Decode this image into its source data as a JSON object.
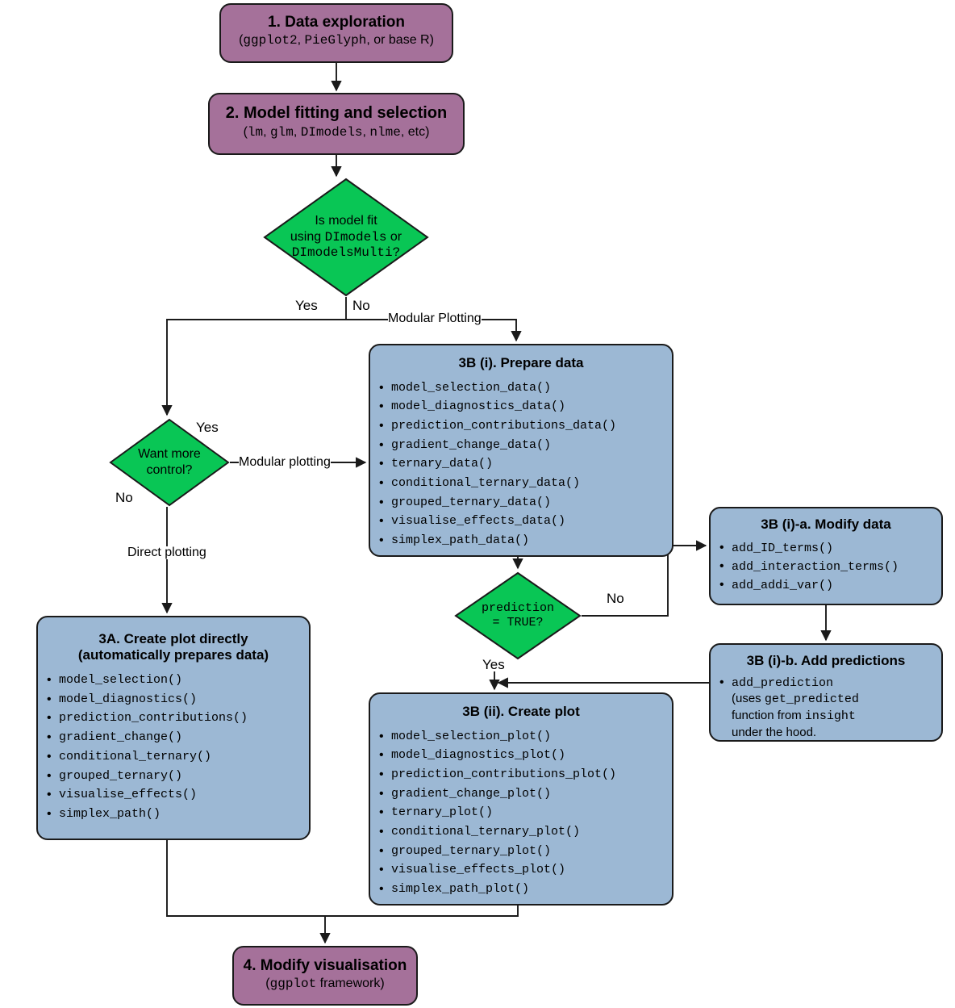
{
  "colors": {
    "purple": "#a5719a",
    "blue": "#9cb8d4",
    "green": "#09c655",
    "stroke": "#1a1a1a"
  },
  "nodes": {
    "data_exploration": {
      "title": "1. Data exploration",
      "subtitle_parts": [
        "(",
        "ggplot2",
        ", ",
        "PieGlyph",
        ", or base R)"
      ]
    },
    "model_fitting": {
      "title": "2. Model fitting and selection",
      "subtitle_parts": [
        "(",
        "lm",
        ", ",
        "glm",
        ", ",
        "DImodels",
        ", ",
        "nlme",
        ", etc)"
      ]
    },
    "create_plot_directly": {
      "title_line1": "3A. Create plot directly",
      "title_line2": "(automatically prepares data)",
      "functions": [
        "model_selection()",
        "model_diagnostics()",
        "prediction_contributions()",
        "gradient_change()",
        "conditional_ternary()",
        "grouped_ternary()",
        "visualise_effects()",
        "simplex_path()"
      ]
    },
    "prepare_data": {
      "title": "3B (i). Prepare data",
      "functions": [
        "model_selection_data()",
        "model_diagnostics_data()",
        "prediction_contributions_data()",
        "gradient_change_data()",
        "ternary_data()",
        "conditional_ternary_data()",
        "grouped_ternary_data()",
        "visualise_effects_data()",
        "simplex_path_data()"
      ]
    },
    "create_plot": {
      "title": "3B (ii). Create plot",
      "functions": [
        "model_selection_plot()",
        "model_diagnostics_plot()",
        "prediction_contributions_plot()",
        "gradient_change_plot()",
        "ternary_plot()",
        "conditional_ternary_plot()",
        "grouped_ternary_plot()",
        "visualise_effects_plot()",
        "simplex_path_plot()"
      ]
    },
    "modify_data": {
      "title": "3B (i)-a. Modify data",
      "functions": [
        "add_ID_terms()",
        "add_interaction_terms()",
        "add_addi_var()"
      ]
    },
    "add_predictions": {
      "title": "3B (i)-b. Add predictions",
      "item_parts": [
        "add_prediction",
        "(uses ",
        "get_predicted",
        "function from ",
        "insight",
        "under the hood."
      ]
    },
    "modify_visualisation": {
      "title": "4. Modify visualisation",
      "subtitle_parts": [
        "(",
        "ggplot",
        " framework)"
      ]
    }
  },
  "decisions": {
    "model_fit": {
      "line1": "Is model fit",
      "line2_a": "using ",
      "line2_b": "DImodels",
      "line2_c": " or",
      "line3": "DImodelsMulti?"
    },
    "want_more_control": {
      "line1": "Want more",
      "line2": "control?"
    },
    "prediction_true": {
      "line1": "prediction",
      "line2": "= TRUE?"
    }
  },
  "edge_labels": {
    "fit_yes": "Yes",
    "fit_no": "No",
    "modular_plotting_top": "Modular Plotting",
    "control_yes": "Yes",
    "control_no": "No",
    "modular_plotting_side": "Modular plotting",
    "direct_plotting": "Direct plotting",
    "pred_no": "No",
    "pred_yes": "Yes"
  }
}
